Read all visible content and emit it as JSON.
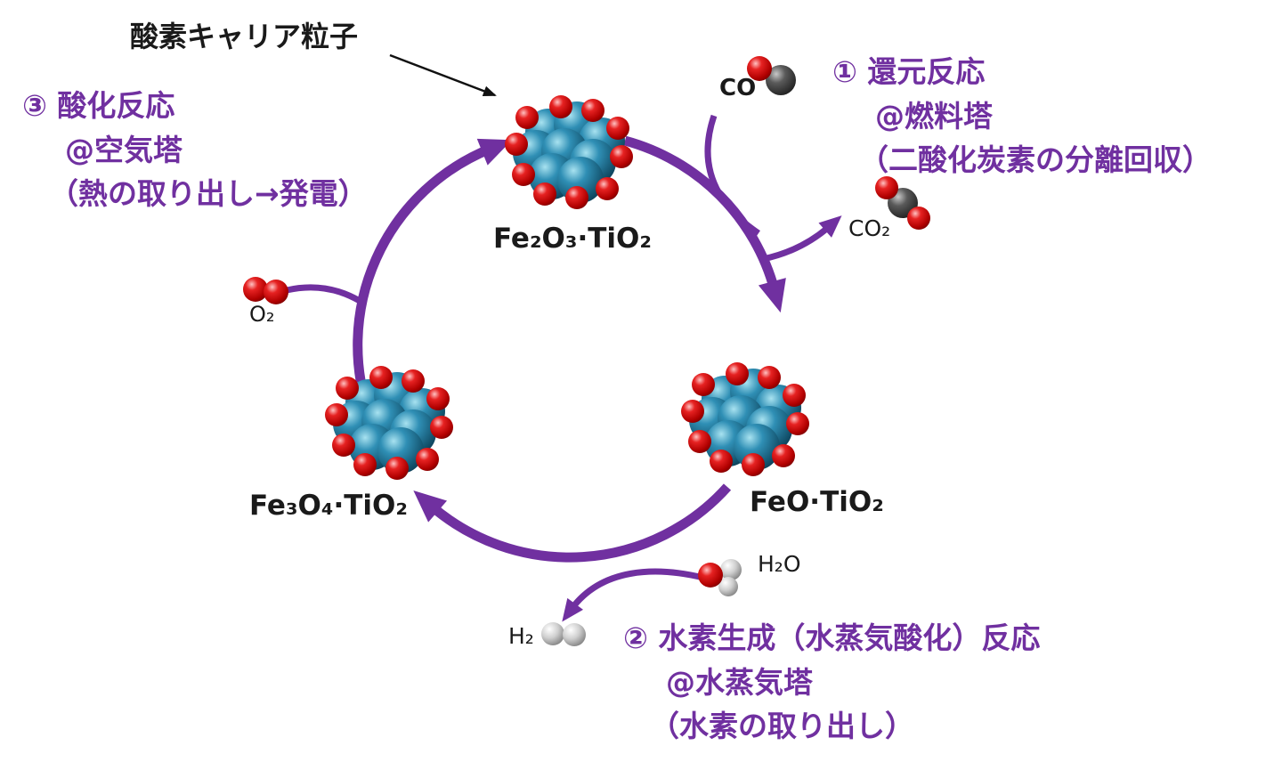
{
  "colors": {
    "accent": "#7030A0"
  },
  "header": {
    "pointer_label": "酸素キャリア粒子"
  },
  "cycle": {
    "compounds": [
      {
        "id": "fe2o3-tio2",
        "label": "Fe₂O₃·TiO₂"
      },
      {
        "id": "feo-tio2",
        "label": "FeO·TiO₂"
      },
      {
        "id": "fe3o4-tio2",
        "label": "Fe₃O₄·TiO₂"
      }
    ]
  },
  "molecules": {
    "co": {
      "label": "CO"
    },
    "co2": {
      "label": "CO₂"
    },
    "o2": {
      "label": "O₂"
    },
    "h2o": {
      "label": "H₂O"
    },
    "h2": {
      "label": "H₂"
    }
  },
  "annotations": {
    "reduction": {
      "lines": [
        "① 還元反応",
        "@燃料塔",
        "（二酸化炭素の分離回収）"
      ]
    },
    "hydrogen": {
      "lines": [
        "② 水素生成（水蒸気酸化）反応",
        "@水蒸気塔",
        "（水素の取り出し）"
      ]
    },
    "oxidation": {
      "lines": [
        "③ 酸化反応",
        "@空気塔",
        "（熱の取り出し→発電）"
      ]
    }
  }
}
